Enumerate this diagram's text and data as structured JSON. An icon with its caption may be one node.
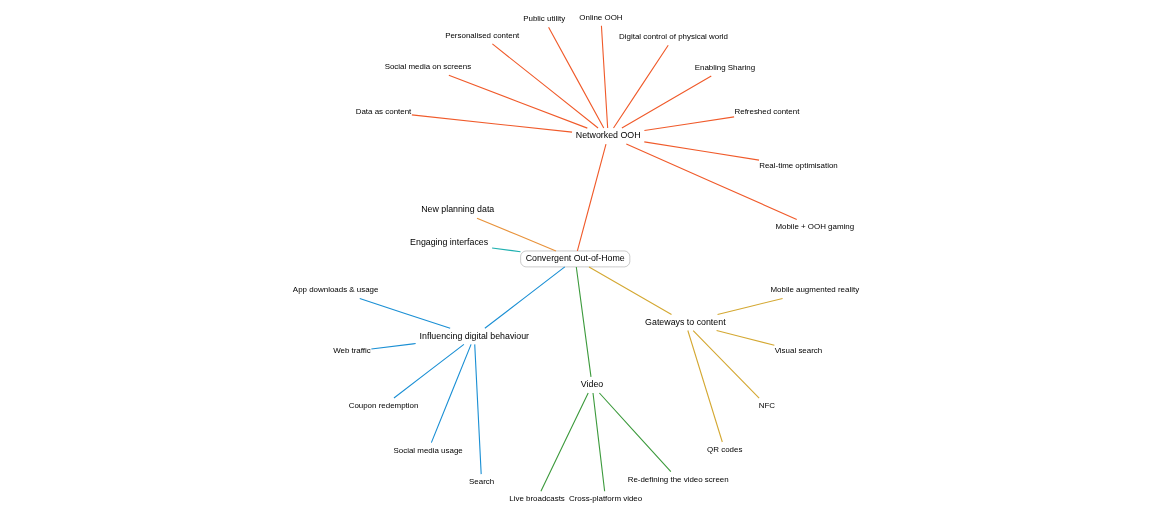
{
  "diagram": {
    "nodes": [
      {
        "text": [
          "Convergent Out-of-Home"
        ]
      },
      {
        "text": [
          "Networked OOH"
        ]
      },
      {
        "text": [
          "Mobile + OOH gaming"
        ]
      },
      {
        "text": [
          "Real-time optimisation"
        ]
      },
      {
        "text": [
          "Refreshed content"
        ]
      },
      {
        "text": [
          "Enabling Sharing"
        ]
      },
      {
        "text": [
          "Digital control of physical world"
        ]
      },
      {
        "text": [
          "Online OOH"
        ]
      },
      {
        "text": [
          "Public utility"
        ]
      },
      {
        "text": [
          "Personalised content"
        ]
      },
      {
        "text": [
          "Social media on screens"
        ]
      },
      {
        "text": [
          "Data as content"
        ]
      },
      {
        "text": [
          "New planning data"
        ]
      },
      {
        "text": [
          "Engaging interfaces"
        ]
      },
      {
        "text": [
          "Influencing digital behaviour"
        ]
      },
      {
        "text": [
          "App downloads & usage"
        ]
      },
      {
        "text": [
          "Web traffic"
        ]
      },
      {
        "text": [
          "Coupon redemption"
        ]
      },
      {
        "text": [
          "Social media usage"
        ]
      },
      {
        "text": [
          "Search"
        ]
      },
      {
        "text": [
          "Video"
        ]
      },
      {
        "text": [
          "Live broadcasts"
        ]
      },
      {
        "text": [
          "Cross-platform video"
        ]
      },
      {
        "text": [
          "Re-defining the video screen"
        ]
      },
      {
        "text": [
          "Gateways to content"
        ]
      },
      {
        "text": [
          "QR codes"
        ]
      },
      {
        "text": [
          "NFC"
        ]
      },
      {
        "text": [
          "Visual search"
        ]
      },
      {
        "text": [
          "Mobile augmented reality"
        ]
      }
    ],
    "edges": [
      {
        "from": 0,
        "to": 1,
        "arrow": "none",
        "color": "#f05a2a"
      },
      {
        "from": 1,
        "to": 2,
        "arrow": "none",
        "color": "#f05a2a"
      },
      {
        "from": 1,
        "to": 3,
        "arrow": "none",
        "color": "#f05a2a"
      },
      {
        "from": 1,
        "to": 4,
        "arrow": "none",
        "color": "#f05a2a"
      },
      {
        "from": 1,
        "to": 5,
        "arrow": "none",
        "color": "#f05a2a"
      },
      {
        "from": 1,
        "to": 6,
        "arrow": "none",
        "color": "#f05a2a"
      },
      {
        "from": 1,
        "to": 7,
        "arrow": "none",
        "color": "#f05a2a"
      },
      {
        "from": 1,
        "to": 8,
        "arrow": "none",
        "color": "#f05a2a"
      },
      {
        "from": 1,
        "to": 9,
        "arrow": "none",
        "color": "#f05a2a"
      },
      {
        "from": 1,
        "to": 10,
        "arrow": "none",
        "color": "#f05a2a"
      },
      {
        "from": 1,
        "to": 11,
        "arrow": "none",
        "color": "#f05a2a"
      },
      {
        "from": 0,
        "to": 12,
        "arrow": "none",
        "color": "#e8923a"
      },
      {
        "from": 0,
        "to": 13,
        "arrow": "none",
        "color": "#1fb0b0"
      },
      {
        "from": 0,
        "to": 14,
        "arrow": "none",
        "color": "#1a8fd4"
      },
      {
        "from": 14,
        "to": 15,
        "arrow": "none",
        "color": "#1a8fd4"
      },
      {
        "from": 14,
        "to": 16,
        "arrow": "none",
        "color": "#1a8fd4"
      },
      {
        "from": 14,
        "to": 17,
        "arrow": "none",
        "color": "#1a8fd4"
      },
      {
        "from": 14,
        "to": 18,
        "arrow": "none",
        "color": "#1a8fd4"
      },
      {
        "from": 14,
        "to": 19,
        "arrow": "none",
        "color": "#1a8fd4"
      },
      {
        "from": 0,
        "to": 20,
        "arrow": "none",
        "color": "#3c9a3c"
      },
      {
        "from": 20,
        "to": 21,
        "arrow": "none",
        "color": "#3c9a3c"
      },
      {
        "from": 20,
        "to": 22,
        "arrow": "none",
        "color": "#3c9a3c"
      },
      {
        "from": 20,
        "to": 23,
        "arrow": "none",
        "color": "#3c9a3c"
      },
      {
        "from": 0,
        "to": 24,
        "arrow": "none",
        "color": "#d4a832"
      },
      {
        "from": 24,
        "to": 25,
        "arrow": "none",
        "color": "#d4a832"
      },
      {
        "from": 24,
        "to": 26,
        "arrow": "none",
        "color": "#d4a832"
      },
      {
        "from": 24,
        "to": 27,
        "arrow": "none",
        "color": "#d4a832"
      },
      {
        "from": 24,
        "to": 28,
        "arrow": "none",
        "color": "#d4a832"
      }
    ]
  }
}
